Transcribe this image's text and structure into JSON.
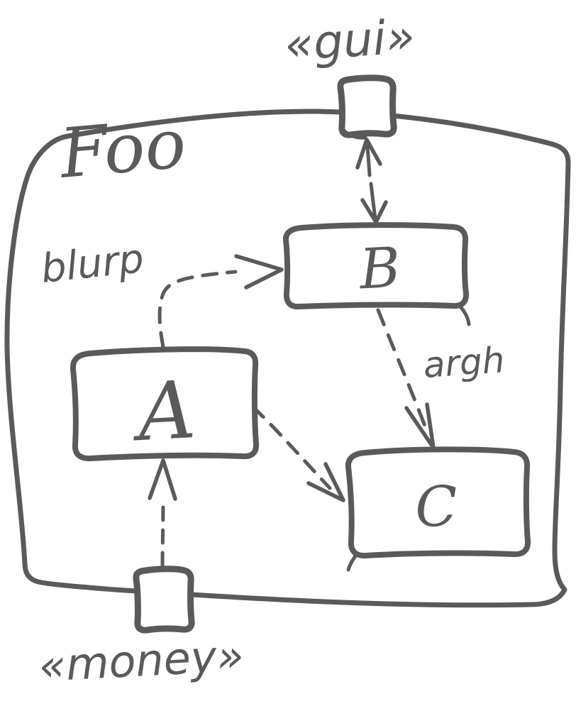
{
  "diagram": {
    "kind": "uml-component-diagram",
    "style": "handwritten-sketch",
    "colors": {
      "stroke": "#5a5a5a",
      "background": "#ffffff"
    },
    "container": {
      "name": "Foo"
    },
    "ports": {
      "gui": {
        "label": "«gui»",
        "edge": "top"
      },
      "money": {
        "label": "«money»",
        "edge": "bottom"
      }
    },
    "components": {
      "a": {
        "label": "A"
      },
      "b": {
        "label": "B"
      },
      "c": {
        "label": "C"
      }
    },
    "edges": {
      "gui_b": {
        "from": "gui-port",
        "to": "B",
        "line": "solid",
        "arrows": "both",
        "label": ""
      },
      "a_b": {
        "from": "A",
        "to": "B",
        "line": "dashed",
        "arrows": "end",
        "label": "blurp"
      },
      "b_c": {
        "from": "B",
        "to": "C",
        "line": "dashed",
        "arrows": "end",
        "label": "argh"
      },
      "a_c": {
        "from": "A",
        "to": "C",
        "line": "dashed",
        "arrows": "end",
        "label": ""
      },
      "money_a": {
        "from": "money-port",
        "to": "A",
        "line": "dashed",
        "arrows": "end",
        "label": ""
      }
    }
  }
}
